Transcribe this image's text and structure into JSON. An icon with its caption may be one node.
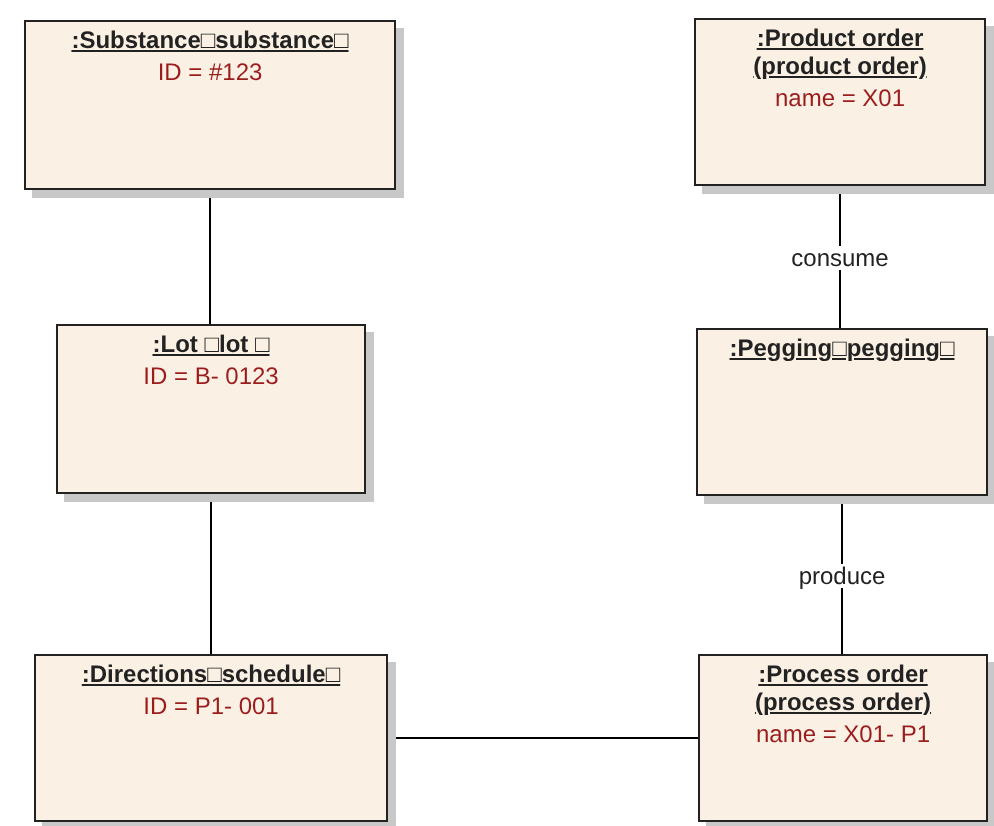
{
  "diagram": {
    "nodes": [
      {
        "text": [
          ":Substance□substance□",
          "ID = #123"
        ]
      },
      {
        "text": [
          ":Product order (product order)",
          "name = X01"
        ]
      },
      {
        "text": [
          ":Lot □lot □",
          "ID = B- 0123"
        ]
      },
      {
        "text": [
          ":Pegging□pegging□"
        ]
      },
      {
        "text": [
          ":Directions□schedule□",
          "ID = P1- 001"
        ]
      },
      {
        "text": [
          ":Process order (process order)",
          "name = X01- P1"
        ]
      }
    ],
    "edges": [
      {
        "from": 0,
        "to": 2,
        "arrow": "none"
      },
      {
        "from": 1,
        "to": 3,
        "arrow": "none",
        "label": "consume"
      },
      {
        "from": 2,
        "to": 4,
        "arrow": "none"
      },
      {
        "from": 3,
        "to": 5,
        "arrow": "none",
        "label": "produce"
      },
      {
        "from": 4,
        "to": 5,
        "arrow": "none"
      }
    ]
  }
}
